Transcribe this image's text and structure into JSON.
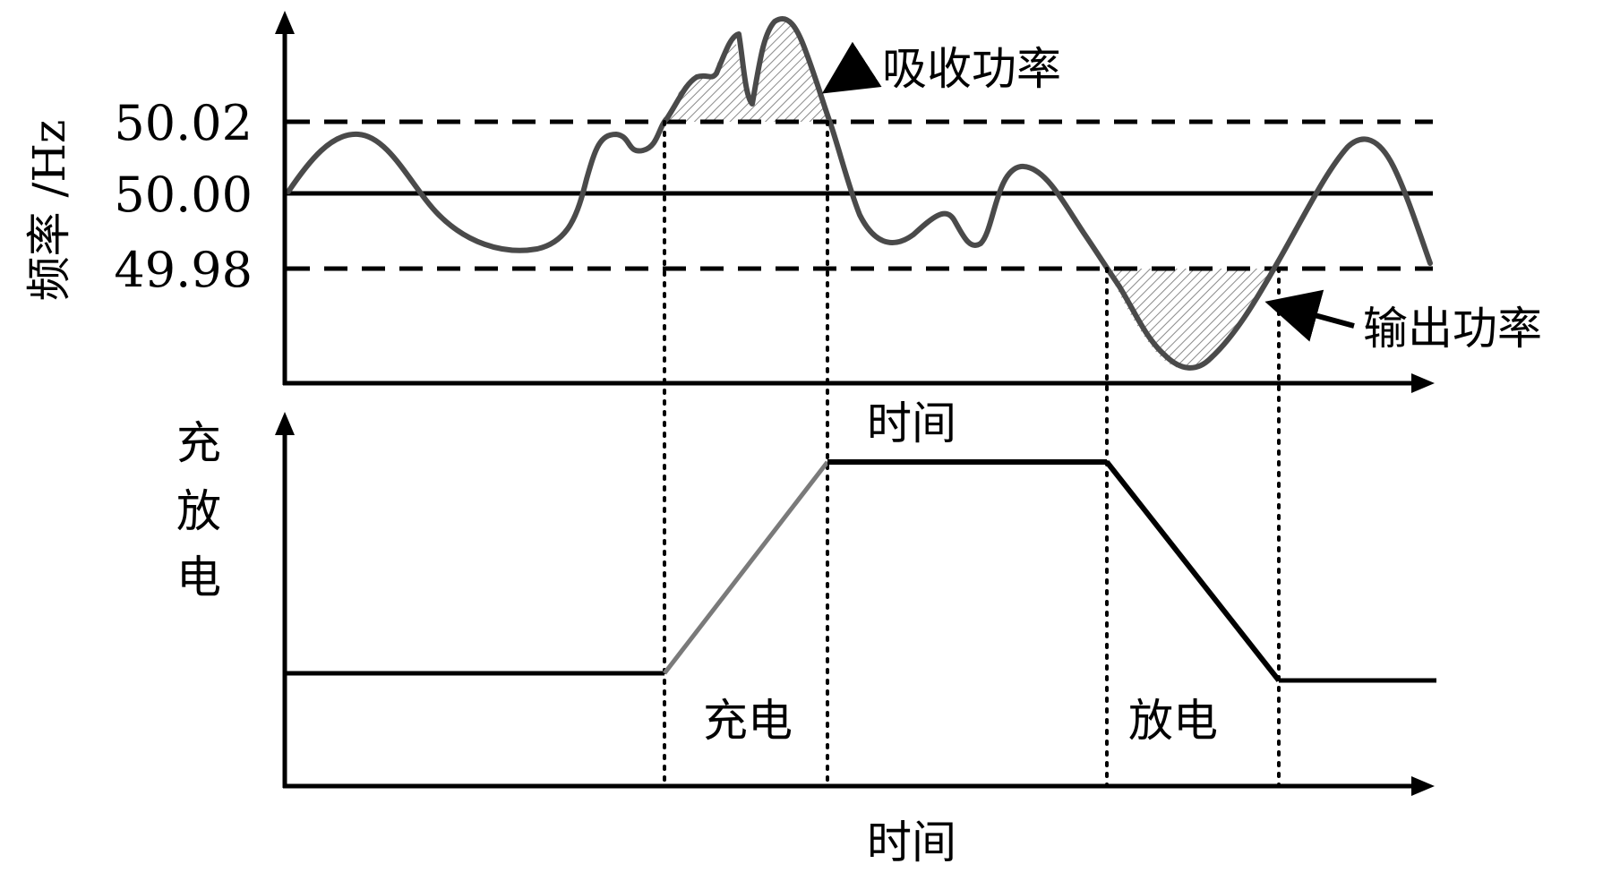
{
  "top_panel": {
    "ylabel": "频率 /Hz",
    "xlabel": "时间",
    "ticks": {
      "upper": "50.02",
      "nominal": "50.00",
      "lower": "49.98"
    },
    "annotation_absorb": "吸收功率",
    "annotation_output": "输出功率"
  },
  "bottom_panel": {
    "ylabel_chars": [
      "充",
      "放",
      "电"
    ],
    "xlabel": "时间",
    "charge_label": "充电",
    "discharge_label": "放电"
  },
  "colors": {
    "axis": "#000000",
    "frequency_curve": "#4a4a4a",
    "charge_ramp": "#7a7a7a",
    "hatch": "#8a8a8a"
  }
}
